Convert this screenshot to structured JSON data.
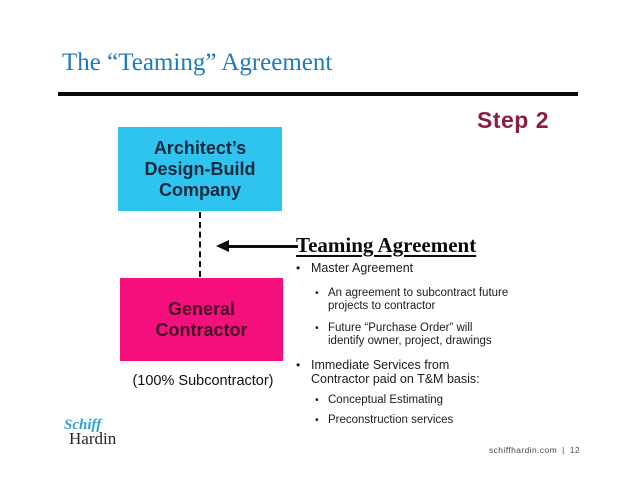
{
  "slide": {
    "title": "The “Teaming” Agreement",
    "step_label": "Step 2",
    "diagram": {
      "architect_box": "Architect’s\nDesign-Build\nCompany",
      "contractor_box": "General\nContractor",
      "subcontractor_note": "(100% Subcontractor)"
    },
    "teaming": {
      "heading": "Teaming Agreement",
      "bullet_char": "•",
      "bullets": [
        {
          "level": 1,
          "text": "Master Agreement"
        },
        {
          "level": 2,
          "text": "An agreement to subcontract future projects to contractor"
        },
        {
          "level": 2,
          "text": "Future “Purchase Order” will identify owner, project, drawings"
        },
        {
          "level": 1,
          "text": "Immediate Services from Contractor paid on T&M basis:"
        },
        {
          "level": 2,
          "text": "Conceptual Estimating"
        },
        {
          "level": 2,
          "text": "Preconstruction services"
        }
      ]
    },
    "logo": {
      "line1": "Schiff",
      "line2": "Hardin"
    },
    "footer": {
      "site": "schiffhardin.com",
      "separator": "|",
      "page": "12"
    },
    "colors": {
      "title_blue": "#1e7bbd",
      "step_maroon": "#8b1e40",
      "architect_cyan": "#2fc3f0",
      "contractor_pink": "#f6107e",
      "line_black": "#0d0d0d",
      "logo_blue": "#2f9fd8"
    }
  }
}
